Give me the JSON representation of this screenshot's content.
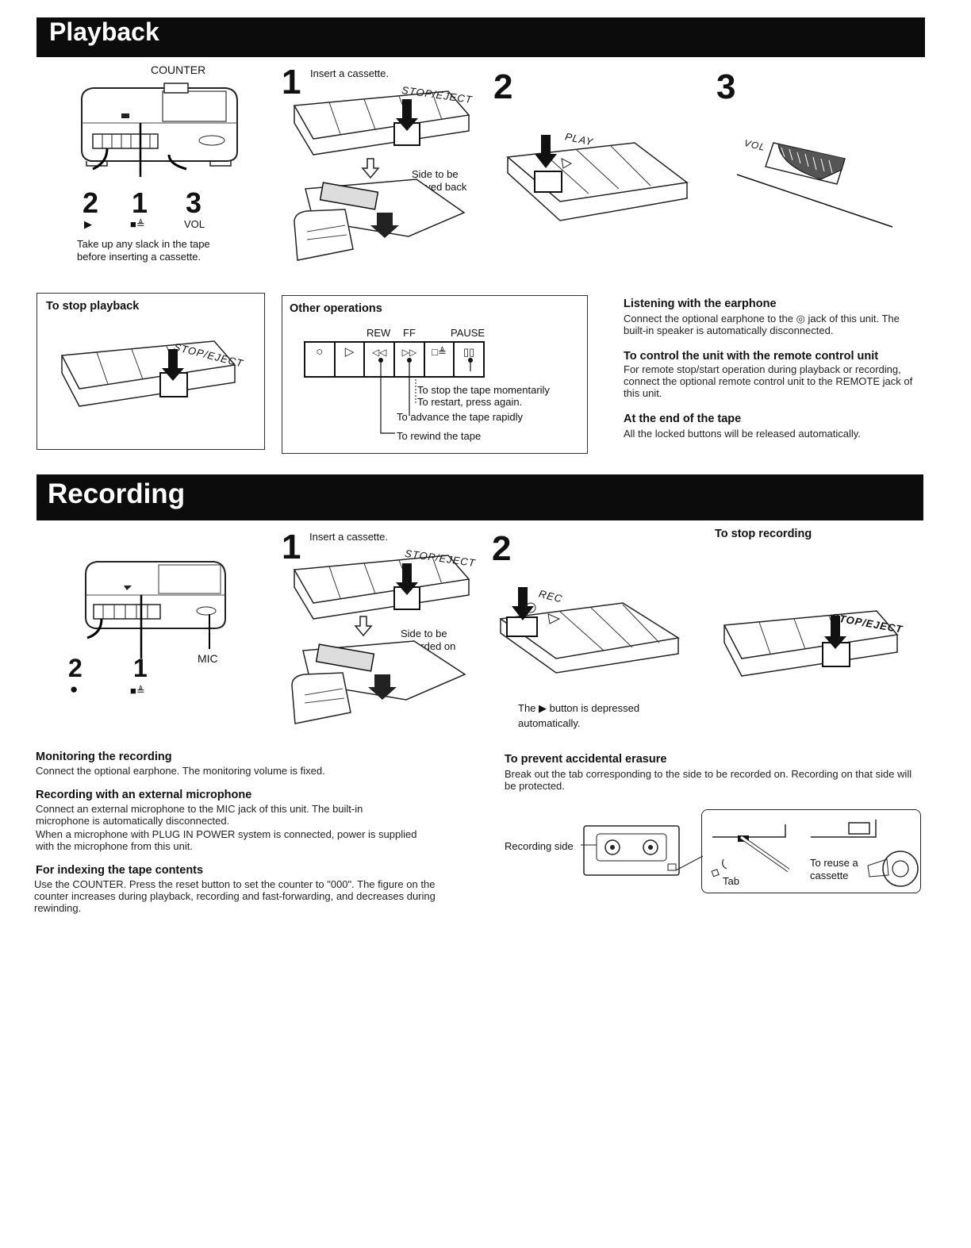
{
  "playback": {
    "title": "Playback",
    "overview": {
      "counter_label": "COUNTER",
      "num_2": "2",
      "num_1": "1",
      "num_3": "3",
      "sym_play": "▶",
      "sym_stop": "■≜",
      "vol_label": "VOL",
      "note": "Take up any slack in the tape before inserting a cassette."
    },
    "step1": {
      "num": "1",
      "instruction": "Insert a cassette.",
      "stop_eject": "STOP/EJECT",
      "side_label": "Side to be played back"
    },
    "step2": {
      "num": "2",
      "play_label": "PLAY"
    },
    "step3": {
      "num": "3",
      "vol_label": "VOL"
    },
    "stop_box": {
      "title": "To stop playback",
      "stop_eject": "STOP/EJECT"
    },
    "other_ops": {
      "title": "Other operations",
      "rew": "REW",
      "ff": "FF",
      "pause": "PAUSE",
      "buttons": [
        "○",
        "▷",
        "◁◁",
        "▷▷",
        "□≜",
        "▯▯"
      ],
      "pause_note_1": "To stop the tape momentarily",
      "pause_note_2": "To restart, press again.",
      "ff_note": "To advance the tape rapidly",
      "rew_note": "To rewind the tape"
    },
    "earphone": {
      "title": "Listening with the earphone",
      "text": "Connect the optional earphone to the ◎ jack of this unit. The built-in speaker is automatically disconnected."
    },
    "remote": {
      "title": "To control the unit with the remote control unit",
      "text": "For remote stop/start operation during playback or recording, connect the optional remote control unit to the REMOTE jack of this unit."
    },
    "end_tape": {
      "title": "At the end of the tape",
      "text": "All the locked buttons will be released automatically."
    }
  },
  "recording": {
    "title": "Recording",
    "overview": {
      "mic_label": "MIC",
      "num_2": "2",
      "num_1": "1",
      "sym_rec": "●",
      "sym_stop": "■≜"
    },
    "step1": {
      "num": "1",
      "instruction": "Insert a cassette.",
      "stop_eject": "STOP/EJECT",
      "side_label": "Side to be recorded on"
    },
    "step2": {
      "num": "2",
      "rec_label": "REC",
      "note": "The ▶ button is depressed automatically."
    },
    "stop_rec": {
      "title": "To stop recording",
      "stop_eject": "STOP/EJECT"
    },
    "monitoring": {
      "title": "Monitoring the recording",
      "text": "Connect the optional earphone. The monitoring volume is fixed."
    },
    "ext_mic": {
      "title": "Recording with an external microphone",
      "text_1": "Connect an external microphone to the MIC jack of this unit. The built-in microphone is automatically disconnected.",
      "text_2": "When a microphone with PLUG IN POWER system is connected, power is supplied with the microphone from this unit."
    },
    "indexing": {
      "title": "For indexing the tape contents",
      "text": "Use the COUNTER. Press the reset button to set the counter to \"000\". The figure on the counter increases during playback, recording and fast-forwarding, and decreases during rewinding."
    },
    "erasure": {
      "title": "To prevent accidental erasure",
      "text": "Break out the tab corresponding to the side to be recorded on. Recording on that side will be protected.",
      "recording_side": "Recording side",
      "tab": "Tab",
      "reuse": "To reuse a cassette"
    }
  }
}
